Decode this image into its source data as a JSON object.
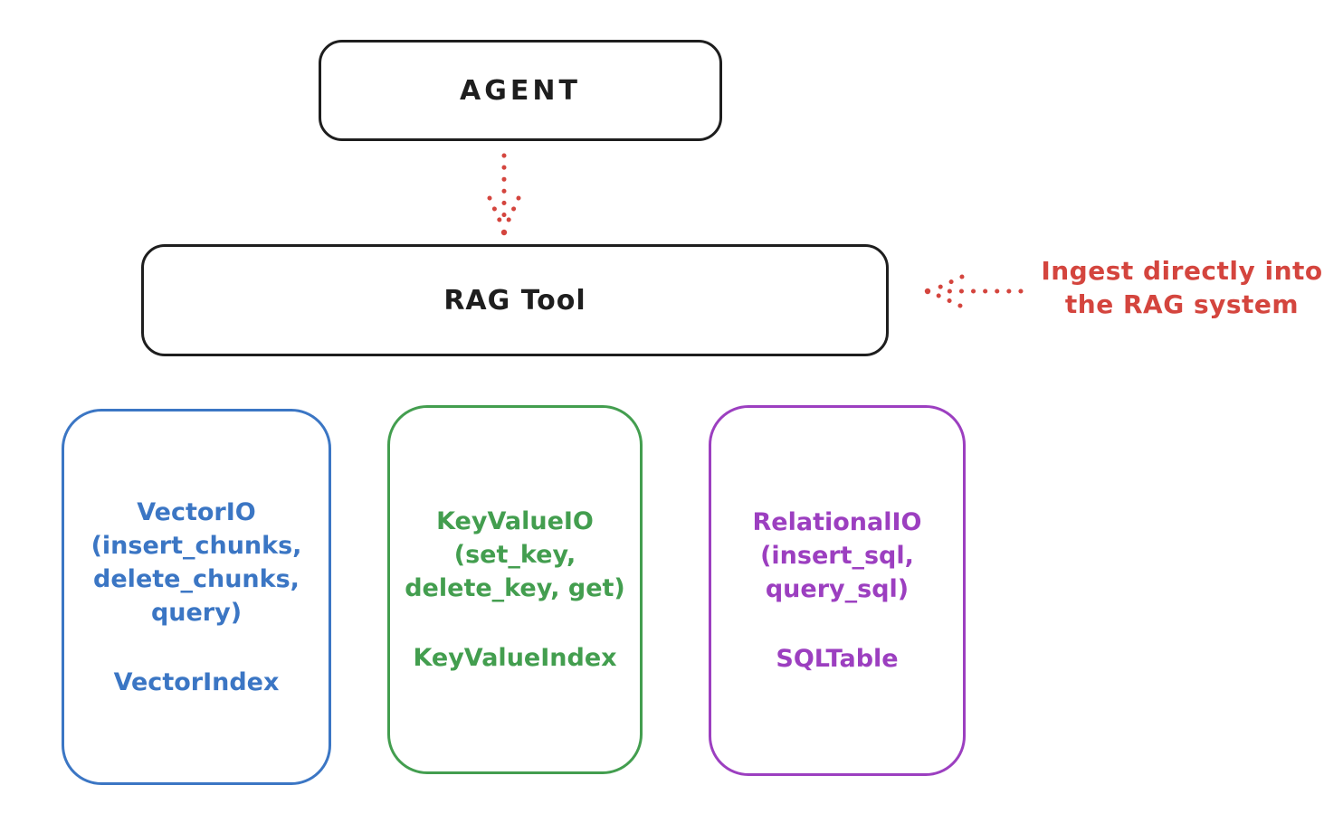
{
  "diagram": {
    "background_color": "#ffffff",
    "ink_color": "#1e1e1e",
    "accent_red": "#d4453e",
    "nodes": {
      "agent": {
        "label": "AGENT"
      },
      "rag_tool": {
        "label": "RAG Tool"
      }
    },
    "annotation": {
      "line1": "Ingest directly into",
      "line2": "the RAG system",
      "color": "#d4453e"
    },
    "arrows": [
      {
        "name": "agent-to-ragtool",
        "style": "dotted",
        "color": "#d4453e",
        "direction": "down"
      },
      {
        "name": "ingest-into-ragtool",
        "style": "dotted",
        "color": "#d4453e",
        "direction": "left"
      }
    ],
    "io_boxes": [
      {
        "name": "vector-io",
        "color": "#3b76c4",
        "lines": [
          "VectorIO",
          "(insert_chunks,",
          "delete_chunks,",
          "query)"
        ],
        "index_label": "VectorIndex"
      },
      {
        "name": "keyvalue-io",
        "color": "#439e4f",
        "lines": [
          "KeyValueIO",
          "(set_key,",
          "delete_key, get)"
        ],
        "index_label": "KeyValueIndex"
      },
      {
        "name": "relational-io",
        "color": "#9c3fc0",
        "lines": [
          "RelationalIO",
          "(insert_sql,",
          "query_sql)"
        ],
        "index_label": "SQLTable"
      }
    ]
  }
}
